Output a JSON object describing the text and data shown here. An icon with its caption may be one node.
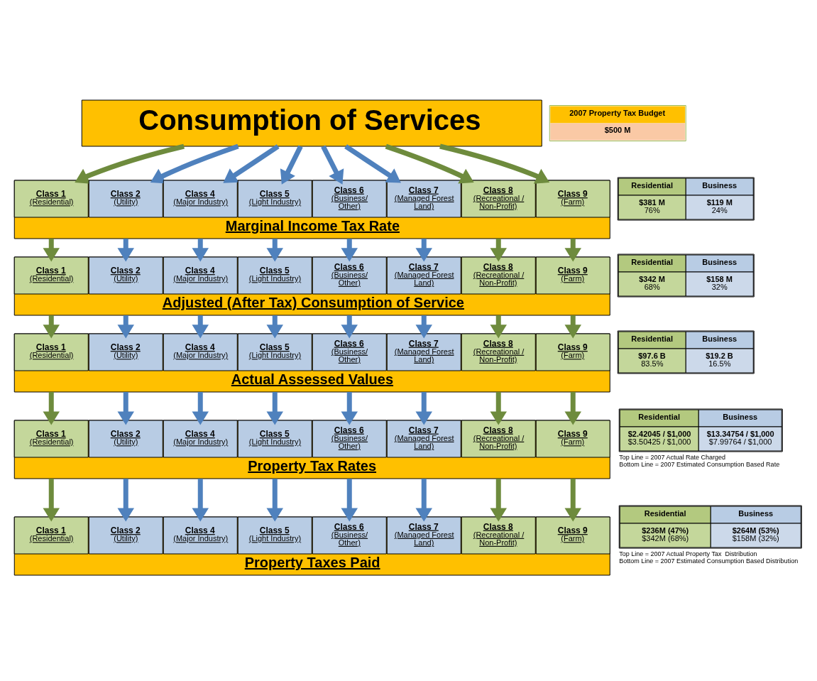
{
  "diagram": {
    "nodes": [
      {
        "text": [
          "Consumption of Services"
        ]
      },
      {
        "text": [
          "Marginal Income Tax Rate"
        ]
      },
      {
        "text": [
          "Class 1",
          "(Residential)"
        ],
        "in": 1
      },
      {
        "text": [
          "Class 2",
          "(Utility)"
        ],
        "in": 1
      },
      {
        "text": [
          "Class 4",
          "(Major Industry)"
        ],
        "in": 1
      },
      {
        "text": [
          "Class 5",
          "(Light Industry)"
        ],
        "in": 1
      },
      {
        "text": [
          "Class 6",
          "(Business/ Other)"
        ],
        "in": 1
      },
      {
        "text": [
          "Class 7",
          "(Managed Forest Land)"
        ],
        "in": 1
      },
      {
        "text": [
          "Class 8",
          "(Recreational / Non-Profit)"
        ],
        "in": 1
      },
      {
        "text": [
          "Class 9",
          "(Farm)"
        ],
        "in": 1
      },
      {
        "text": [
          "Adjusted (After Tax) Consumption of Service"
        ]
      },
      {
        "text": [
          "Class 1",
          "(Residential)"
        ],
        "in": 10
      },
      {
        "text": [
          "Class 2",
          "(Utility)"
        ],
        "in": 10
      },
      {
        "text": [
          "Class 4",
          "(Major Industry)"
        ],
        "in": 10
      },
      {
        "text": [
          "Class 5",
          "(Light Industry)"
        ],
        "in": 10
      },
      {
        "text": [
          "Class 6",
          "(Business/ Other)"
        ],
        "in": 10
      },
      {
        "text": [
          "Class 7",
          "(Managed Forest Land)"
        ],
        "in": 10
      },
      {
        "text": [
          "Class 8",
          "(Recreational / Non-Profit)"
        ],
        "in": 10
      },
      {
        "text": [
          "Class 9",
          "(Farm)"
        ],
        "in": 10
      },
      {
        "text": [
          "Actual Assessed Values"
        ]
      },
      {
        "text": [
          "Class 1",
          "(Residential)"
        ],
        "in": 19
      },
      {
        "text": [
          "Class 2",
          "(Utility)"
        ],
        "in": 19
      },
      {
        "text": [
          "Class 4",
          "(Major Industry)"
        ],
        "in": 19
      },
      {
        "text": [
          "Class 5",
          "(Light Industry)"
        ],
        "in": 19
      },
      {
        "text": [
          "Class 6",
          "(Business/ Other)"
        ],
        "in": 19
      },
      {
        "text": [
          "Class 7",
          "(Managed Forest Land)"
        ],
        "in": 19
      },
      {
        "text": [
          "Class 8",
          "(Recreational / Non-Profit)"
        ],
        "in": 19
      },
      {
        "text": [
          "Class 9",
          "(Farm)"
        ],
        "in": 19
      },
      {
        "text": [
          "Property Tax Rates"
        ]
      },
      {
        "text": [
          "Class 1",
          "(Residential)"
        ],
        "in": 28
      },
      {
        "text": [
          "Class 2",
          "(Utility)"
        ],
        "in": 28
      },
      {
        "text": [
          "Class 4",
          "(Major Industry)"
        ],
        "in": 28
      },
      {
        "text": [
          "Class 5",
          "(Light Industry)"
        ],
        "in": 28
      },
      {
        "text": [
          "Class 6",
          "(Business/ Other)"
        ],
        "in": 28
      },
      {
        "text": [
          "Class 7",
          "(Managed Forest Land)"
        ],
        "in": 28
      },
      {
        "text": [
          "Class 8",
          "(Recreational / Non-Profit)"
        ],
        "in": 28
      },
      {
        "text": [
          "Class 9",
          "(Farm)"
        ],
        "in": 28
      },
      {
        "text": [
          "Property Taxes Paid"
        ]
      },
      {
        "text": [
          "Class 1",
          "(Residential)"
        ],
        "in": 37
      },
      {
        "text": [
          "Class 2",
          "(Utility)"
        ],
        "in": 37
      },
      {
        "text": [
          "Class 4",
          "(Major Industry)"
        ],
        "in": 37
      },
      {
        "text": [
          "Class 5",
          "(Light Industry)"
        ],
        "in": 37
      },
      {
        "text": [
          "Class 6",
          "(Business/ Other)"
        ],
        "in": 37
      },
      {
        "text": [
          "Class 7",
          "(Managed Forest Land)"
        ],
        "in": 37
      },
      {
        "text": [
          "Class 8",
          "(Recreational / Non-Profit)"
        ],
        "in": 37
      },
      {
        "text": [
          "Class 9",
          "(Farm)"
        ],
        "in": 37
      }
    ],
    "edges": [
      {
        "from": 0,
        "to": 2,
        "arrow": "to",
        "color": "#6e8b3d"
      },
      {
        "from": 0,
        "to": 3,
        "arrow": "to"
      },
      {
        "from": 0,
        "to": 4,
        "arrow": "to"
      },
      {
        "from": 0,
        "to": 5,
        "arrow": "to"
      },
      {
        "from": 0,
        "to": 6,
        "arrow": "to"
      },
      {
        "from": 0,
        "to": 7,
        "arrow": "to"
      },
      {
        "from": 0,
        "to": 8,
        "arrow": "to",
        "color": "#6e8b3d"
      },
      {
        "from": 0,
        "to": 9,
        "arrow": "to",
        "color": "#6e8b3d"
      },
      {
        "from": 1,
        "to": 11,
        "arrow": "to",
        "color": "#6e8b3d"
      },
      {
        "from": 1,
        "to": 12,
        "arrow": "to"
      },
      {
        "from": 1,
        "to": 13,
        "arrow": "to"
      },
      {
        "from": 1,
        "to": 14,
        "arrow": "to"
      },
      {
        "from": 1,
        "to": 15,
        "arrow": "to"
      },
      {
        "from": 1,
        "to": 16,
        "arrow": "to"
      },
      {
        "from": 1,
        "to": 17,
        "arrow": "to",
        "color": "#6e8b3d"
      },
      {
        "from": 1,
        "to": 18,
        "arrow": "to",
        "color": "#6e8b3d"
      },
      {
        "from": 10,
        "to": 20,
        "arrow": "to",
        "color": "#6e8b3d"
      },
      {
        "from": 10,
        "to": 21,
        "arrow": "to"
      },
      {
        "from": 10,
        "to": 22,
        "arrow": "to"
      },
      {
        "from": 10,
        "to": 23,
        "arrow": "to"
      },
      {
        "from": 10,
        "to": 24,
        "arrow": "to"
      },
      {
        "from": 10,
        "to": 25,
        "arrow": "to"
      },
      {
        "from": 10,
        "to": 26,
        "arrow": "to",
        "color": "#6e8b3d"
      },
      {
        "from": 10,
        "to": 27,
        "arrow": "to",
        "color": "#6e8b3d"
      },
      {
        "from": 19,
        "to": 29,
        "arrow": "to",
        "color": "#6e8b3d"
      },
      {
        "from": 19,
        "to": 30,
        "arrow": "to"
      },
      {
        "from": 19,
        "to": 31,
        "arrow": "to"
      },
      {
        "from": 19,
        "to": 32,
        "arrow": "to"
      },
      {
        "from": 19,
        "to": 33,
        "arrow": "to"
      },
      {
        "from": 19,
        "to": 34,
        "arrow": "to"
      },
      {
        "from": 19,
        "to": 35,
        "arrow": "to",
        "color": "#6e8b3d"
      },
      {
        "from": 19,
        "to": 36,
        "arrow": "to",
        "color": "#6e8b3d"
      },
      {
        "from": 28,
        "to": 38,
        "arrow": "to",
        "color": "#6e8b3d"
      },
      {
        "from": 28,
        "to": 39,
        "arrow": "to"
      },
      {
        "from": 28,
        "to": 40,
        "arrow": "to"
      },
      {
        "from": 28,
        "to": 41,
        "arrow": "to"
      },
      {
        "from": 28,
        "to": 42,
        "arrow": "to"
      },
      {
        "from": 28,
        "to": 43,
        "arrow": "to"
      },
      {
        "from": 28,
        "to": 44,
        "arrow": "to",
        "color": "#6e8b3d"
      },
      {
        "from": 28,
        "to": 45,
        "arrow": "to",
        "color": "#6e8b3d"
      }
    ],
    "labels": [
      "2007 Property Tax Budget",
      "$500 M",
      "Residential",
      "Business",
      "$381 M",
      "76%",
      "$119 M",
      "24%",
      "Residential",
      "Business",
      "$342 M",
      "68%",
      "$158 M",
      "32%",
      "Residential",
      "Business",
      "$97.6 B",
      "83.5%",
      "$19.2 B",
      "16.5%",
      "Residential",
      "Business",
      "$2.42045 / $1,000",
      "$3.50425 / $1,000",
      "$13.34754 / $1,000",
      "$7.99764 / $1,000",
      "Top Line = 2007 Actual Rate Charged",
      "Bottom Line = 2007 Estimated Consumption Based Rate",
      "Residential",
      "Business",
      "$236M (47%)",
      "$342M (68%)",
      "$264M (53%)",
      "$158M (32%)",
      "Top Line = 2007 Actual Property Tax  Distribution",
      "Bottom Line = 2007 Estimated Consumption Based Distribution"
    ]
  }
}
